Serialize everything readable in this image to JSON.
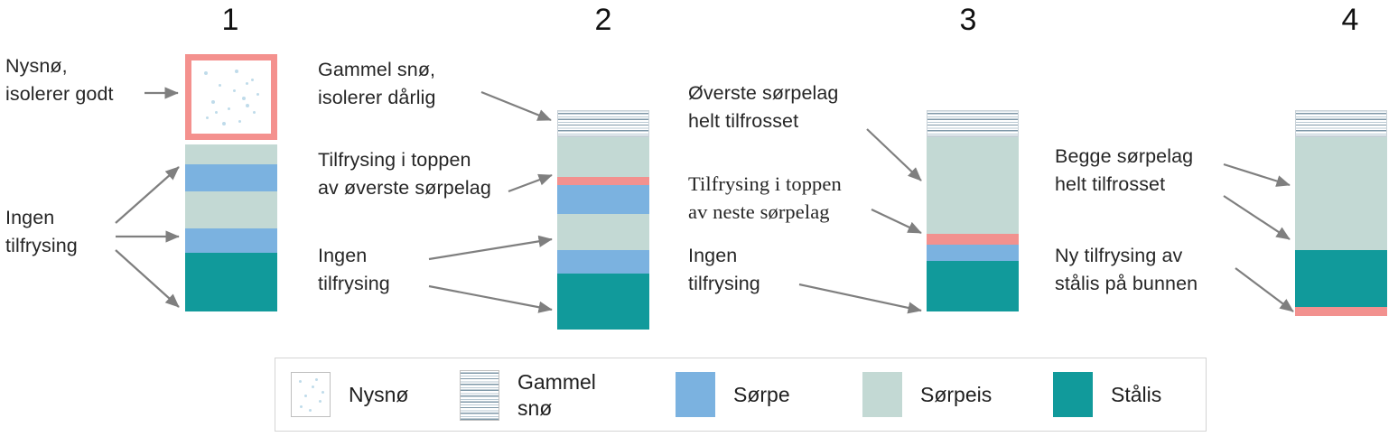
{
  "diagram": {
    "title_numbers": [
      "1",
      "2",
      "3",
      "4"
    ],
    "colors": {
      "nysno_fill": "#ffffff",
      "nysno_border": "#f4918e",
      "gammel_sno": "#b9c9d3",
      "sorpe": "#7bb2e0",
      "sorpeis": "#c3d9d4",
      "stalis": "#119a9b",
      "frozen_highlight": "#f2918f",
      "arrow": "#7f7f7f",
      "legend_border": "#d4d4d4"
    },
    "columns": [
      {
        "number": "1",
        "layers": [
          {
            "type": "nysno",
            "label": "Nysnø"
          },
          {
            "type": "sorpeis",
            "label": "Sørpeis"
          },
          {
            "type": "sorpe",
            "label": "Sørpe"
          },
          {
            "type": "sorpeis",
            "label": "Sørpeis"
          },
          {
            "type": "sorpe",
            "label": "Sørpe"
          },
          {
            "type": "stalis",
            "label": "Stålis"
          }
        ]
      },
      {
        "number": "2",
        "layers": [
          {
            "type": "gammelsno",
            "label": "Gammel snø"
          },
          {
            "type": "sorpeis",
            "label": "Sørpeis"
          },
          {
            "type": "frozen",
            "label": "Tilfrosset topp"
          },
          {
            "type": "sorpe",
            "label": "Sørpe"
          },
          {
            "type": "sorpeis",
            "label": "Sørpeis"
          },
          {
            "type": "sorpe",
            "label": "Sørpe"
          },
          {
            "type": "stalis",
            "label": "Stålis"
          }
        ]
      },
      {
        "number": "3",
        "layers": [
          {
            "type": "gammelsno",
            "label": "Gammel snø"
          },
          {
            "type": "sorpeis",
            "label": "Sørpeis"
          },
          {
            "type": "frozen",
            "label": "Tilfrosset topp"
          },
          {
            "type": "sorpe",
            "label": "Sørpe"
          },
          {
            "type": "stalis",
            "label": "Stålis"
          }
        ]
      },
      {
        "number": "4",
        "layers": [
          {
            "type": "gammelsno",
            "label": "Gammel snø"
          },
          {
            "type": "sorpeis",
            "label": "Sørpeis"
          },
          {
            "type": "stalis",
            "label": "Stålis"
          },
          {
            "type": "frozen",
            "label": "Ny stålis"
          }
        ]
      }
    ],
    "annotations": {
      "a1": "Nysnø,\nisolerer godt",
      "a2": "Ingen\ntilfrysing",
      "a3": "Gammel snø,\nisolerer dårlig",
      "a4": "Tilfrysing i toppen\nav øverste sørpelag",
      "a5": "Ingen\ntilfrysing",
      "a6": "Øverste sørpelag\nhelt tilfrosset",
      "a7": "Tilfrysing i toppen\nav neste sørpelag",
      "a8": "Ingen\ntilfrysing",
      "a9": "Begge  sørpelag\nhelt tilfrosset",
      "a10": "Ny tilfrysing av\nstålis på bunnen"
    },
    "legend": {
      "items": [
        {
          "key": "nysno",
          "label": "Nysnø"
        },
        {
          "key": "gammelsno",
          "label": "Gammel\nsnø"
        },
        {
          "key": "sorpe",
          "label": "Sørpe"
        },
        {
          "key": "sorpeis",
          "label": "Sørpeis"
        },
        {
          "key": "stalis",
          "label": "Stålis"
        }
      ]
    }
  }
}
